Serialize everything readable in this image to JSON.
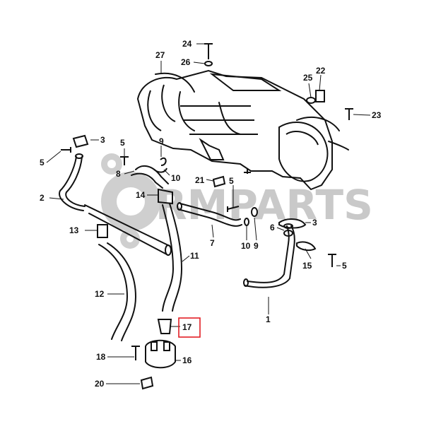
{
  "watermark": {
    "text": "RMPARTS"
  },
  "callouts": {
    "c1": "1",
    "c2": "2",
    "c3a": "3",
    "c3b": "3",
    "c5a": "5",
    "c5b": "5",
    "c5c": "5",
    "c5d": "5",
    "c6": "6",
    "c7": "7",
    "c8": "8",
    "c9a": "9",
    "c9b": "9",
    "c10a": "10",
    "c10b": "10",
    "c11": "11",
    "c12": "12",
    "c13": "13",
    "c14": "14",
    "c15": "15",
    "c16": "16",
    "c17": "17",
    "c18": "18",
    "c20": "20",
    "c21": "21",
    "c22": "22",
    "c23": "23",
    "c24": "24",
    "c25": "25",
    "c26": "26",
    "c27": "27"
  },
  "highlight": {
    "callout": "17",
    "color": "#e31e24"
  }
}
